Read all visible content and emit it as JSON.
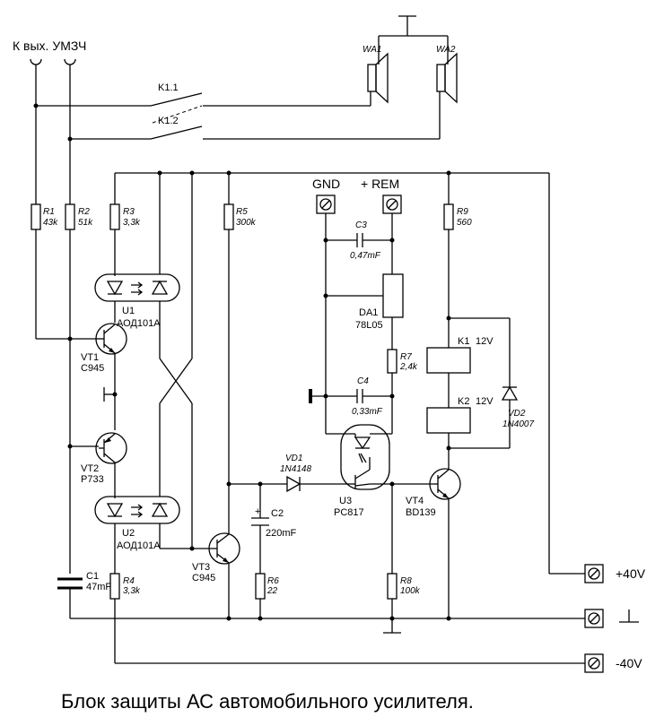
{
  "title": "Блок защиты АС автомобильного усилителя.",
  "input_label": "К вых. УМЗЧ",
  "terminals": {
    "gnd": "GND",
    "rem": "+ REM",
    "pos": "+40V",
    "neg": "-40V",
    "ground_symbol": "⊥"
  },
  "contacts": {
    "k11": "K1.1",
    "k12": "K1.2"
  },
  "speakers": {
    "wa1": "WA1",
    "wa2": "WA2"
  },
  "resistors": {
    "r1": {
      "ref": "R1",
      "val": "43k"
    },
    "r2": {
      "ref": "R2",
      "val": "51k"
    },
    "r3": {
      "ref": "R3",
      "val": "3,3k"
    },
    "r4": {
      "ref": "R4",
      "val": "3,3k"
    },
    "r5": {
      "ref": "R5",
      "val": "300k"
    },
    "r6": {
      "ref": "R6",
      "val": "22"
    },
    "r7": {
      "ref": "R7",
      "val": "2,4k"
    },
    "r8": {
      "ref": "R8",
      "val": "100k"
    },
    "r9": {
      "ref": "R9",
      "val": "560"
    }
  },
  "capacitors": {
    "c1": {
      "ref": "C1",
      "val": "47mF"
    },
    "c2": {
      "ref": "C2",
      "val": "220mF"
    },
    "c3": {
      "ref": "C3",
      "val": "0,47mF"
    },
    "c4": {
      "ref": "C4",
      "val": "0,33mF"
    }
  },
  "semis": {
    "u1": {
      "ref": "U1",
      "val": "АОД101А"
    },
    "u2": {
      "ref": "U2",
      "val": "АОД101А"
    },
    "u3": {
      "ref": "U3",
      "val": "PC817"
    },
    "vt1": {
      "ref": "VT1",
      "val": "C945"
    },
    "vt2": {
      "ref": "VT2",
      "val": "P733"
    },
    "vt3": {
      "ref": "VT3",
      "val": "C945"
    },
    "vt4": {
      "ref": "VT4",
      "val": "BD139"
    },
    "vd1": {
      "ref": "VD1",
      "val": "1N4148"
    },
    "vd2": {
      "ref": "VD2",
      "val": "1N4007"
    },
    "da1": {
      "ref": "DA1",
      "val": "78L05"
    }
  },
  "relays": {
    "k1": {
      "ref": "K1",
      "val": "12V"
    },
    "k2": {
      "ref": "K2",
      "val": "12V"
    }
  }
}
